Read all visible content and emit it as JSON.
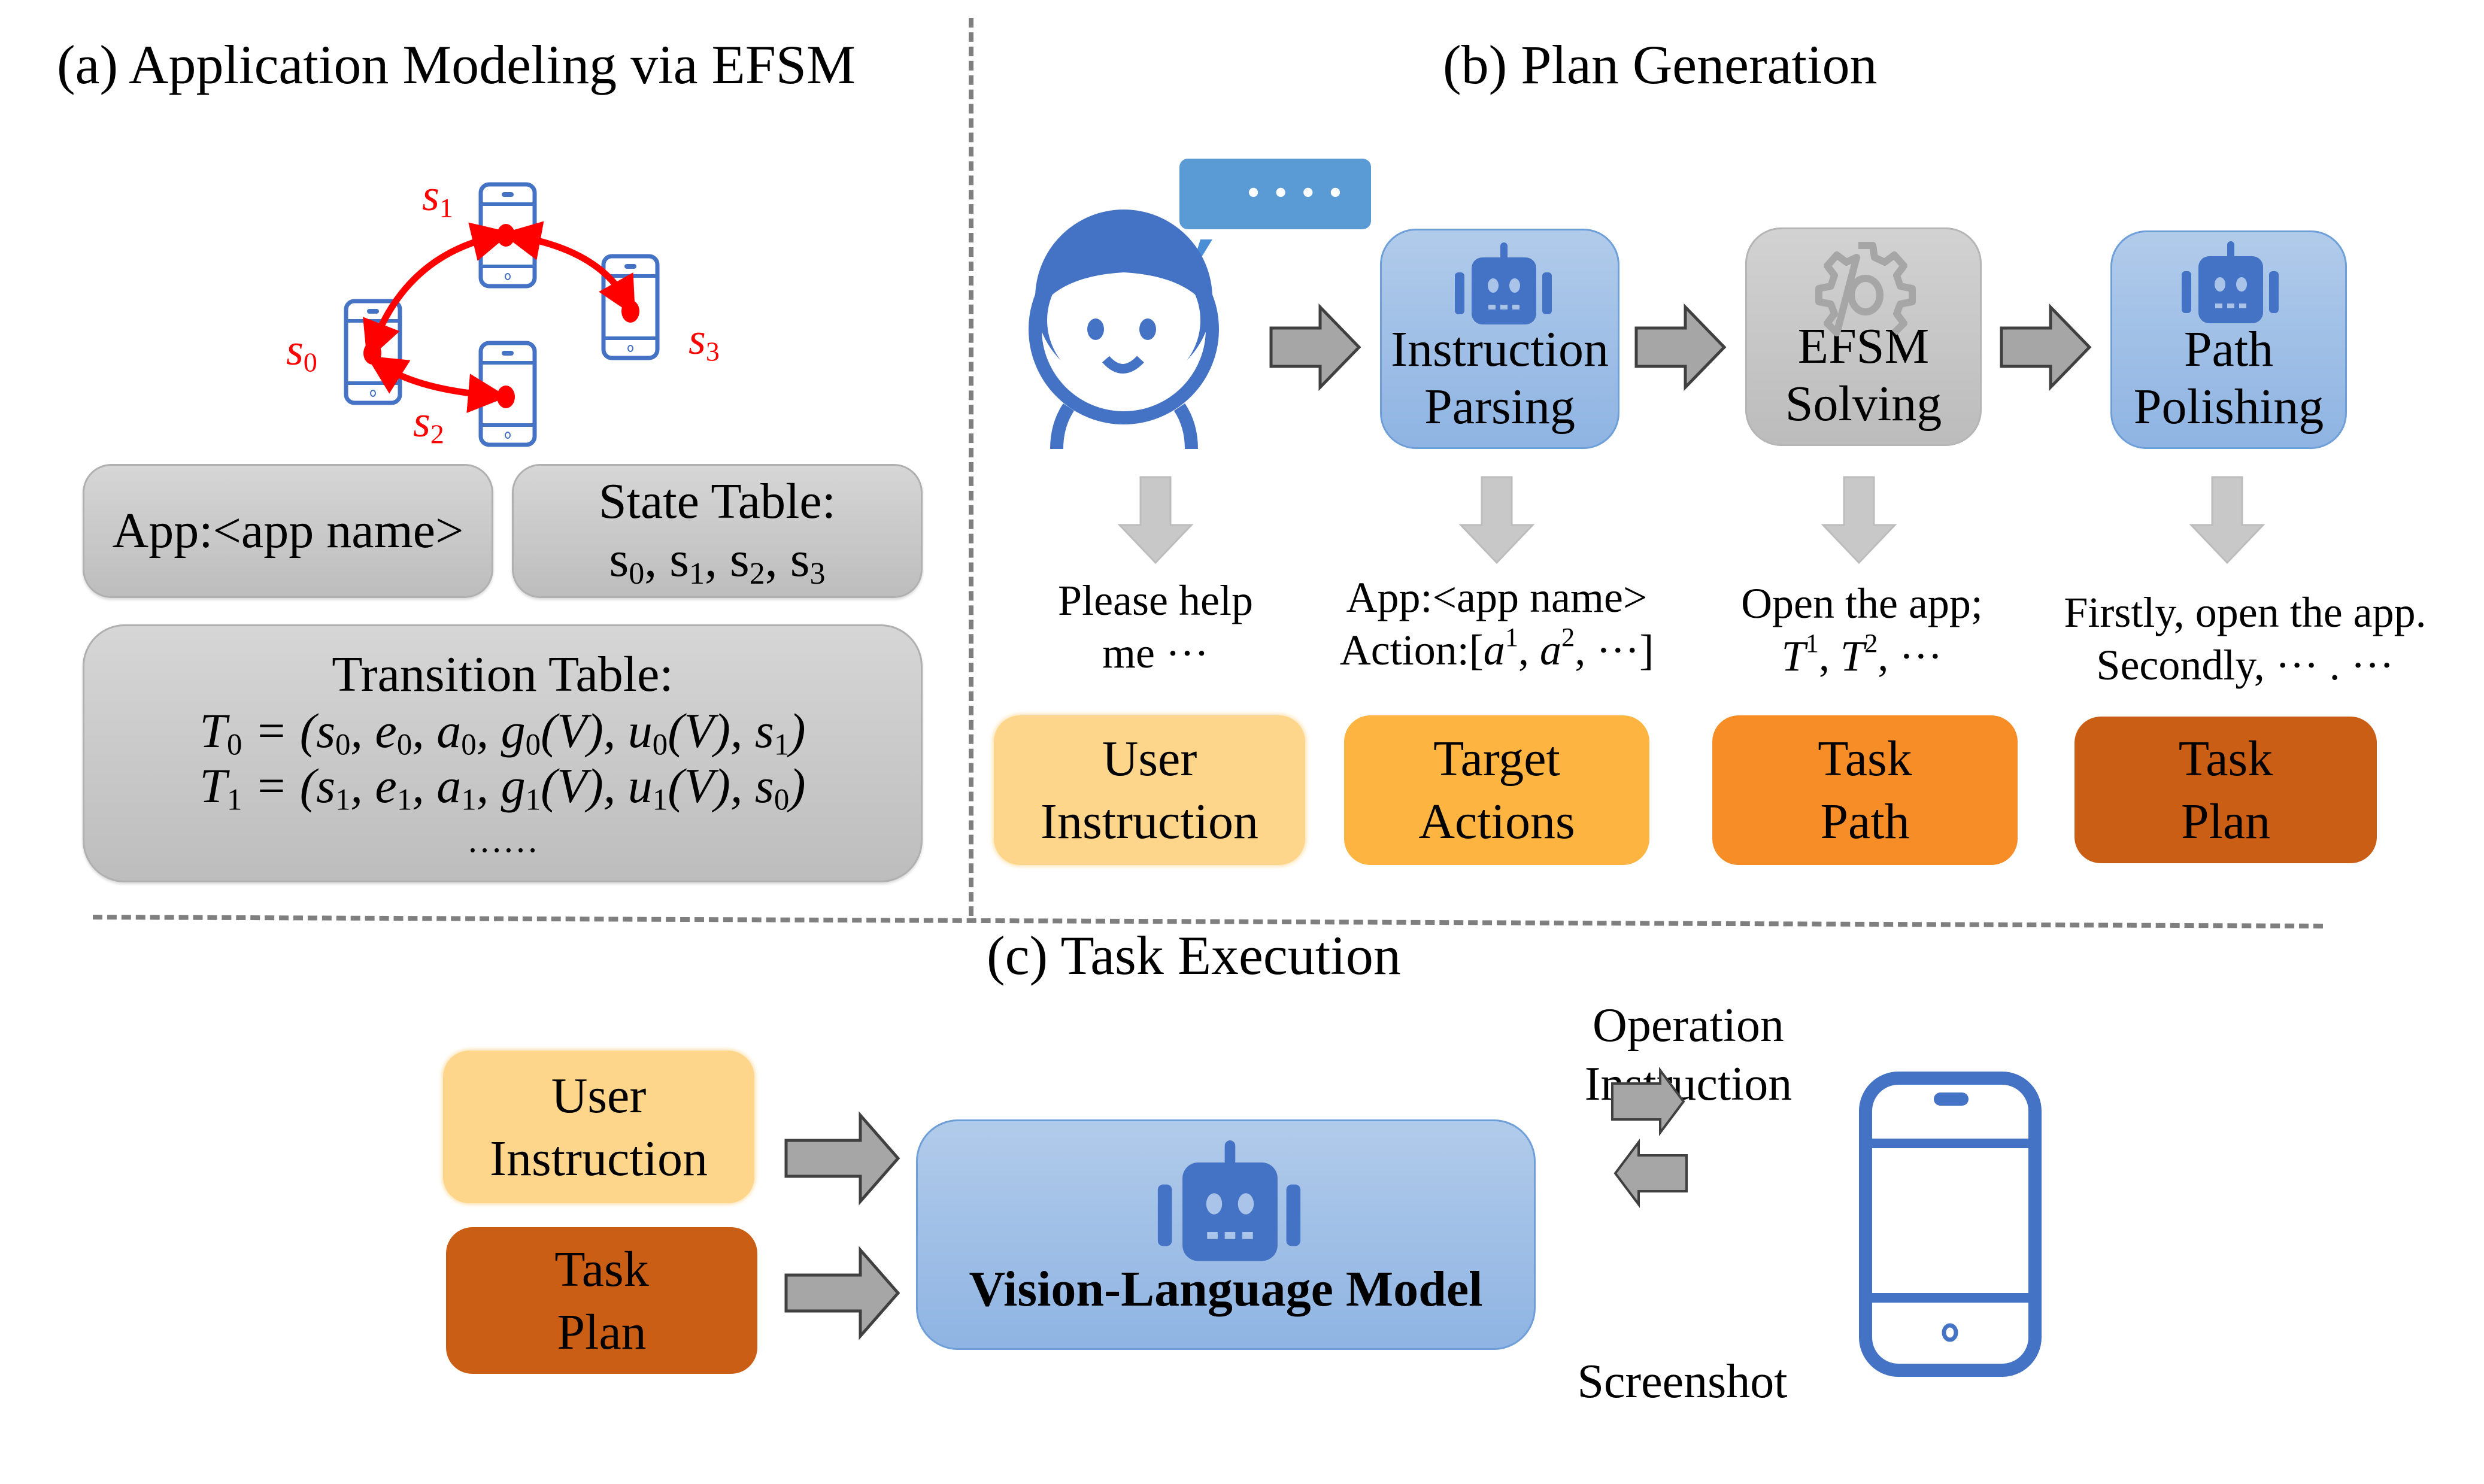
{
  "panels": {
    "a": {
      "title": "(a) Application Modeling via EFSM",
      "state_labels": [
        {
          "base": "s",
          "sub": "0"
        },
        {
          "base": "s",
          "sub": "1"
        },
        {
          "base": "s",
          "sub": "2"
        },
        {
          "base": "s",
          "sub": "3"
        }
      ],
      "app_box": {
        "label": "App:<app name>"
      },
      "state_table": {
        "title": "State Table:",
        "states": [
          "s",
          "0",
          "s",
          "1",
          "s",
          "2",
          "s",
          "3"
        ]
      },
      "transition_table": {
        "title": "Transition Table:",
        "rows": [
          {
            "t": "T",
            "i": "0",
            "rhs": [
              "s",
              "0",
              "e",
              "0",
              "a",
              "0",
              "g",
              "0",
              "u",
              "0",
              "s",
              "1"
            ]
          },
          {
            "t": "T",
            "i": "1",
            "rhs": [
              "s",
              "1",
              "e",
              "1",
              "a",
              "1",
              "g",
              "1",
              "u",
              "1",
              "s",
              "0"
            ]
          }
        ],
        "ellipsis": "……"
      },
      "colors": {
        "phone": "#4472c4",
        "transition": "#ff0000"
      }
    },
    "b": {
      "title": "(b) Plan Generation",
      "speech_bubble": "• • • •",
      "stages": [
        {
          "line1": "Instruction",
          "line2": "Parsing",
          "icon": "robot-icon",
          "style": "blue"
        },
        {
          "line1": "EFSM",
          "line2": "Solving",
          "icon": "gear-icon",
          "style": "gray"
        },
        {
          "line1": "Path",
          "line2": "Polishing",
          "icon": "robot-icon",
          "style": "blue"
        }
      ],
      "examples": [
        {
          "line1": "Please help",
          "line2": "me ···"
        },
        {
          "line1": "App:<app name>",
          "line2_prefix": "Action:[",
          "a": "a",
          "sup1": "1",
          "sup2": "2",
          "line2_suffix": ", ···]"
        },
        {
          "line1": "Open the app;",
          "t": "T",
          "sup1": "1",
          "sup2": "2",
          "line2_suffix": ", ···"
        },
        {
          "line1": "Firstly, open the app.",
          "line2": "Secondly, ··· . ···"
        }
      ],
      "outputs": [
        {
          "line1": "User",
          "line2": "Instruction",
          "color": "#fed68b"
        },
        {
          "line1": "Target",
          "line2": "Actions",
          "color": "#fdb441"
        },
        {
          "line1": "Task",
          "line2": "Path",
          "color": "#f68d26"
        },
        {
          "line1": "Task",
          "line2": "Plan",
          "color": "#cb5e15"
        }
      ]
    },
    "c": {
      "title": "(c) Task Execution",
      "inputs": [
        {
          "line1": "User",
          "line2": "Instruction",
          "color": "#fed68b"
        },
        {
          "line1": "Task",
          "line2": "Plan",
          "color": "#cb5e15"
        }
      ],
      "model": {
        "label": "Vision-Language Model",
        "icon": "robot-icon"
      },
      "operation_label": {
        "line1": "Operation",
        "line2": "Instruction"
      },
      "screenshot_label": "Screenshot",
      "device": "smartphone-icon"
    }
  }
}
